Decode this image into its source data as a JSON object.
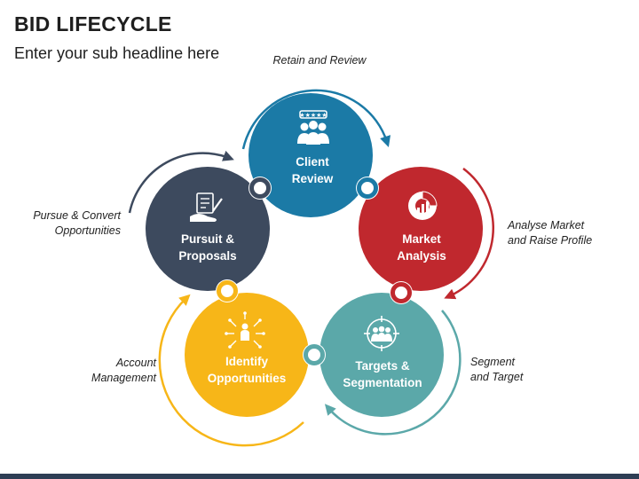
{
  "header": {
    "title": "BID LIFECYCLE",
    "subtitle": "Enter your sub headline here"
  },
  "stages": [
    {
      "id": "client-review",
      "line1": "Client",
      "line2": "Review",
      "color": "#1b7aa6",
      "icon": "customer-rating-icon"
    },
    {
      "id": "market-analysis",
      "line1": "Market",
      "line2": "Analysis",
      "color": "#c0282e",
      "icon": "pie-chart-growth-icon"
    },
    {
      "id": "targets-segmentation",
      "line1": "Targets &",
      "line2": "Segmentation",
      "color": "#5ba8a9",
      "icon": "target-group-icon"
    },
    {
      "id": "identify-opportunities",
      "line1": "Identify",
      "line2": "Opportunities",
      "color": "#f7b618",
      "icon": "person-network-icon"
    },
    {
      "id": "pursuit-proposals",
      "line1": "Pursuit &",
      "line2": "Proposals",
      "color": "#3d4a5e",
      "icon": "contract-handshake-icon"
    }
  ],
  "captions": {
    "retain": "Retain and Review",
    "analyse_1": "Analyse Market",
    "analyse_2": "and Raise Profile",
    "segment_1": "Segment",
    "segment_2": "and Target",
    "account_1": "Account",
    "account_2": "Management",
    "pursue_1": "Pursue & Convert",
    "pursue_2": "Opportunities"
  },
  "colors": {
    "teal_blue": "#1b7aa6",
    "red": "#c0282e",
    "teal": "#5ba8a9",
    "yellow": "#f7b618",
    "slate": "#3d4a5e",
    "bar": "#2e3e55"
  }
}
